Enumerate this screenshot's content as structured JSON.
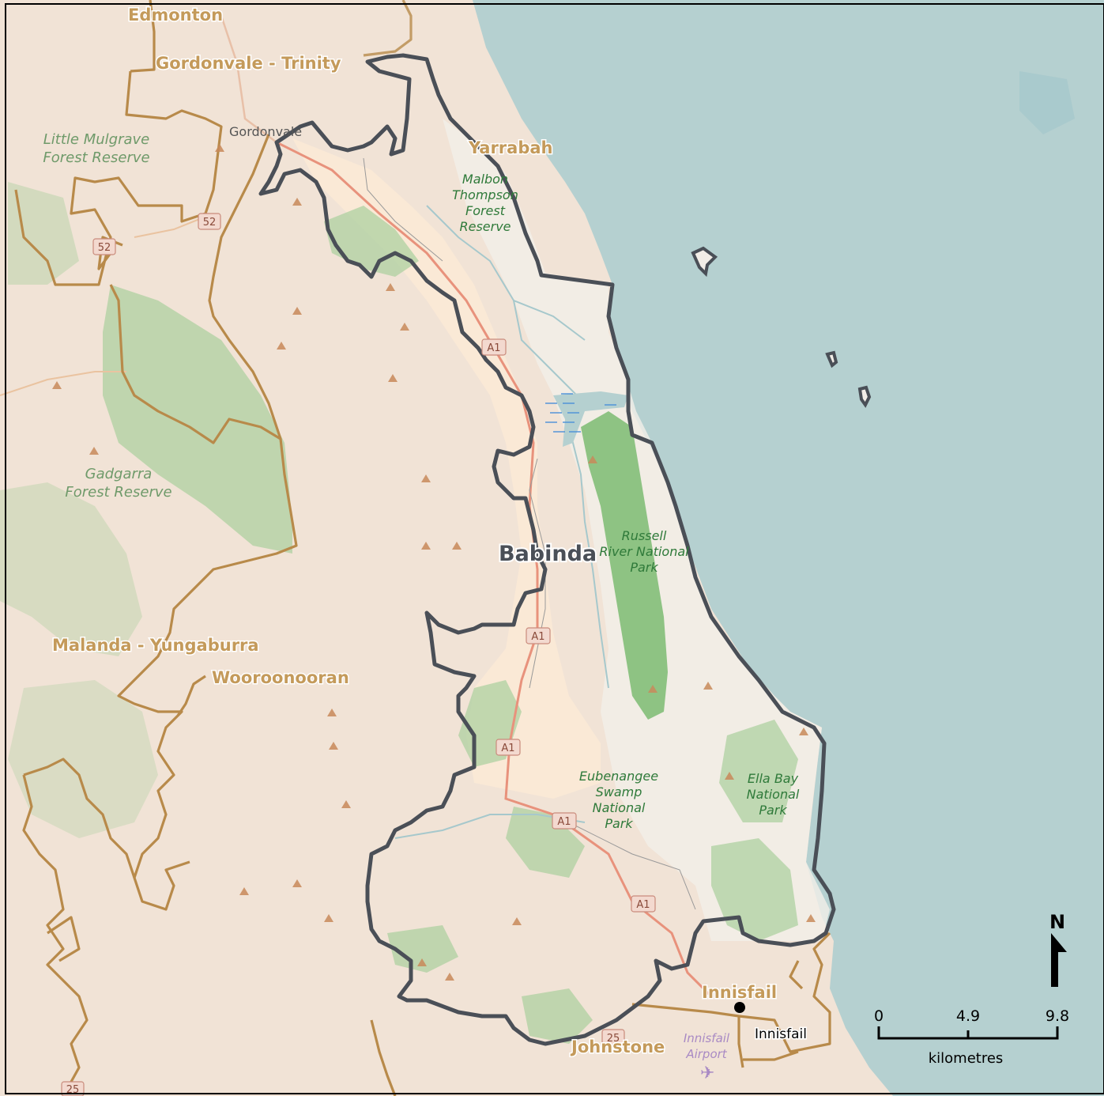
{
  "title": "Babinda",
  "colors": {
    "sea": "#b5d0d0",
    "land": "#f1e3d6",
    "park": "#aed1a0",
    "park_dark": "#74b86a",
    "urban": "#f8ead6",
    "boundary_focus": "#4a4f57",
    "boundary_other": "#b88a4a",
    "highway": "#e8927c"
  },
  "regions": [
    {
      "name": "Edmonton"
    },
    {
      "name": "Gordonvale - Trinity"
    },
    {
      "name": "Yarrabah"
    },
    {
      "name": "Malanda - Yungaburra"
    },
    {
      "name": "Wooroonooran"
    },
    {
      "name": "Innisfail"
    },
    {
      "name": "Johnstone"
    }
  ],
  "parks": [
    {
      "lines": [
        "Little Mulgrave",
        "Forest Reserve"
      ]
    },
    {
      "lines": [
        "Malbon",
        "Thompson",
        "Forest",
        "Reserve"
      ]
    },
    {
      "lines": [
        "Gadgarra",
        "Forest Reserve"
      ]
    },
    {
      "lines": [
        "Russell",
        "River National",
        "Park"
      ]
    },
    {
      "lines": [
        "Eubenangee",
        "Swamp",
        "National",
        "Park"
      ]
    },
    {
      "lines": [
        "Ella Bay",
        "National",
        "Park"
      ]
    },
    {
      "lines": [
        "Innisfail",
        "Airport"
      ]
    }
  ],
  "towns": [
    {
      "name": "Gordonvale"
    },
    {
      "name": "Innisfail"
    }
  ],
  "road_shields": [
    {
      "label": "A1"
    },
    {
      "label": "A1"
    },
    {
      "label": "A1"
    },
    {
      "label": "A1"
    },
    {
      "label": "A1"
    },
    {
      "label": "52"
    },
    {
      "label": "52"
    },
    {
      "label": "25"
    },
    {
      "label": "25"
    }
  ],
  "north_arrow": {
    "label": "N"
  },
  "scale": {
    "ticks": [
      "0",
      "4.9",
      "9.8"
    ],
    "unit": "kilometres"
  }
}
